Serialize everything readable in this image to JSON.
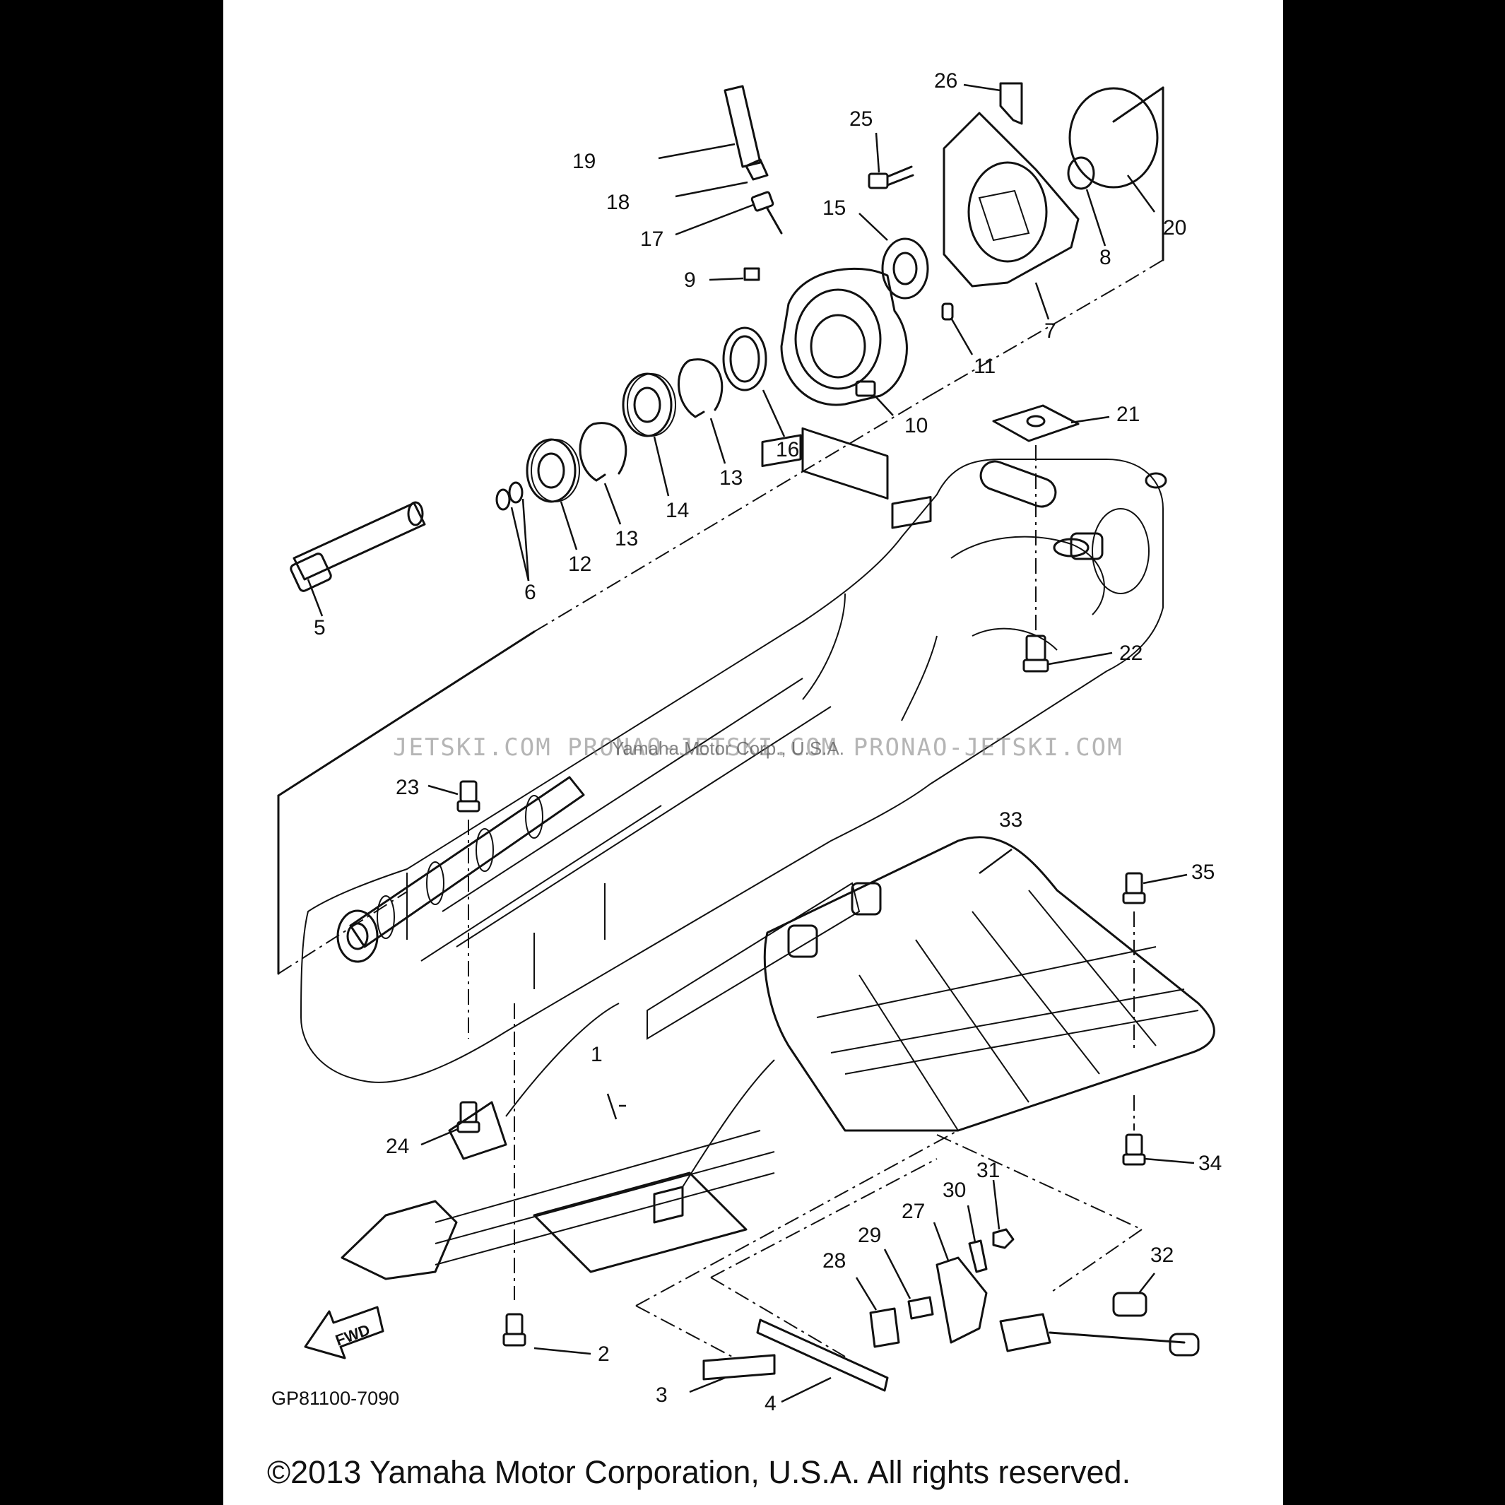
{
  "diagram_code": "GP81100-7090",
  "copyright": "©2013 Yamaha Motor Corporation, U.S.A. All rights reserved.",
  "watermark": "JETSKI.COM   PRONAO-JETSKI.COM   PRONAO-JETSKI.COM",
  "watermark_center": "Yamaha Motor Corp., U.S.A.",
  "fwd_label": "FWD",
  "callouts": [
    "1",
    "2",
    "3",
    "4",
    "5",
    "6",
    "7",
    "8",
    "9",
    "10",
    "11",
    "12",
    "13",
    "13",
    "14",
    "15",
    "16",
    "17",
    "18",
    "19",
    "20",
    "21",
    "22",
    "23",
    "24",
    "25",
    "26",
    "27",
    "28",
    "29",
    "30",
    "31",
    "32",
    "33",
    "34",
    "35"
  ]
}
